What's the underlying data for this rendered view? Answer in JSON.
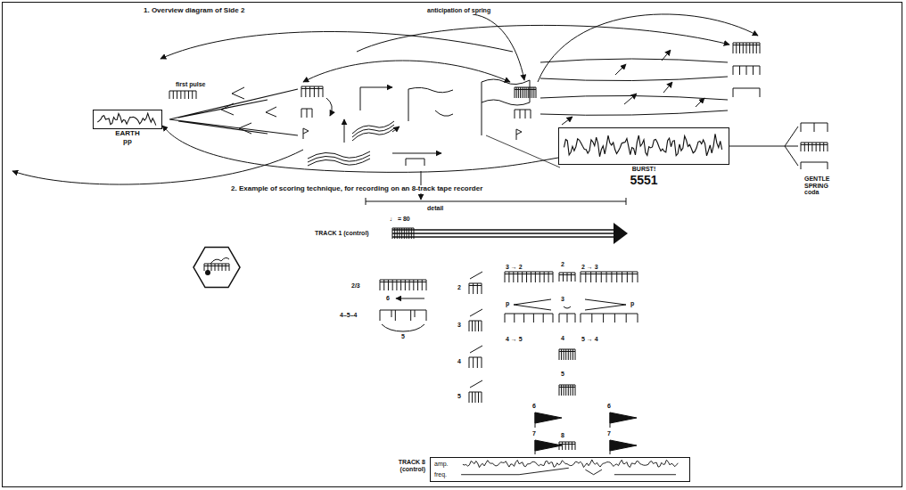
{
  "diagram": {
    "title": "1. Overview diagram of Side 2",
    "nodes": [
      {
        "text": [
          "EARTH pp"
        ]
      },
      {
        "text": [
          "BURST!",
          "5551"
        ]
      },
      {
        "text": [
          "TRACK 8 (control)",
          "amp.",
          "freq."
        ]
      }
    ],
    "edges": [
      {
        "from": 1,
        "to": 0,
        "arrow": "to"
      }
    ],
    "labels": [
      "first pulse",
      "anticipation of spring",
      "2. Example of scoring technique, for recording on an 8-track tape recorder",
      "detail",
      "♩ = 80",
      "TRACK 1 (control)",
      "2/3",
      "4–5–4",
      "GENTLE SPRING coda",
      "2",
      "3",
      "4",
      "5",
      "3 → 2",
      "2",
      "2 → 3",
      "6",
      "5",
      "p",
      "3",
      "p",
      "4 → 5",
      "4",
      "5 → 4",
      "5",
      "6",
      "6",
      "7",
      "8",
      "7"
    ]
  }
}
